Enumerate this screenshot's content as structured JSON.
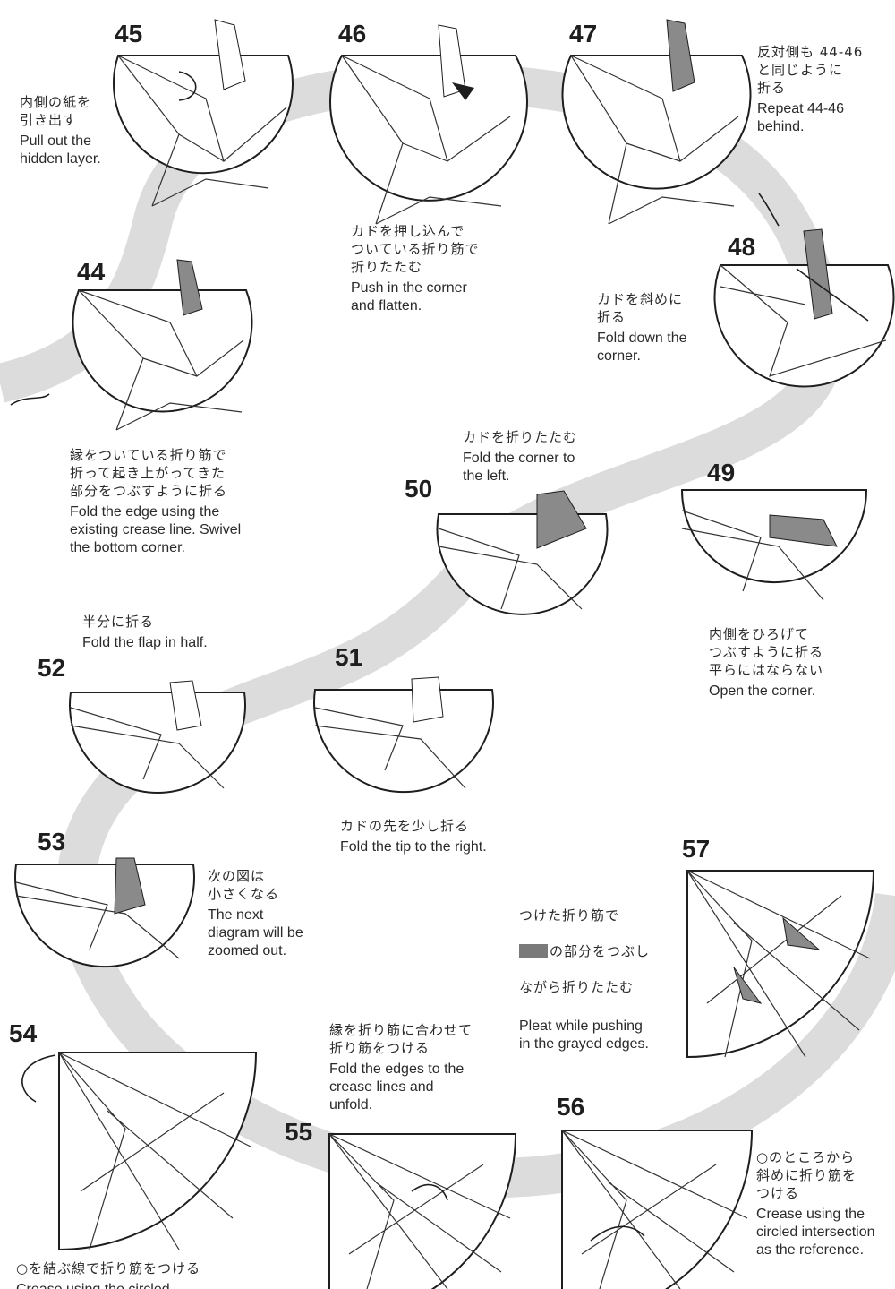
{
  "steps": [
    {
      "number": "44",
      "jp": "縁をついている折り筋で\n折って起き上がってきた\n部分をつぶすように折る",
      "en": "Fold the edge using the\nexisting crease line. Swivel\nthe bottom corner."
    },
    {
      "number": "45",
      "jp": "内側の紙を\n引き出す",
      "en": "Pull out the\nhidden layer."
    },
    {
      "number": "46",
      "jp": "カドを押し込んで\nついている折り筋で\n折りたたむ",
      "en": "Push in the corner\nand flatten."
    },
    {
      "number": "47",
      "jp": "反対側も 44-46\nと同じように\n折る",
      "en": "Repeat 44-46\nbehind."
    },
    {
      "number": "48",
      "jp": "カドを斜めに\n折る",
      "en": "Fold down the\ncorner."
    },
    {
      "number": "49",
      "jp": "内側をひろげて\nつぶすように折る\n平らにはならない",
      "en": "Open the corner."
    },
    {
      "number": "50",
      "jp": "カドを折りたたむ",
      "en": "Fold the corner to\nthe left."
    },
    {
      "number": "51",
      "jp": "カドの先を少し折る",
      "en": "Fold the tip to the right."
    },
    {
      "number": "52",
      "jp": "半分に折る",
      "en": "Fold the flap in half."
    },
    {
      "number": "53",
      "jp": "次の図は\n小さくなる",
      "en": "The next\ndiagram will be\nzoomed out."
    },
    {
      "number": "54",
      "jp": "○を結ぶ線で折り筋をつける",
      "en": "Crease using the circled"
    },
    {
      "number": "55",
      "jp": "縁を折り筋に合わせて\n折り筋をつける",
      "en": "Fold the edges to the\ncrease lines and\nunfold."
    },
    {
      "number": "56",
      "jp": "○のところから\n斜めに折り筋を\nつける",
      "en": "Crease using the\ncircled intersection\nas the reference."
    },
    {
      "number": "57",
      "jp_line1": "つけた折り筋で",
      "jp_line2": "の部分をつぶし",
      "jp_line3": "ながら折りたたむ",
      "en": "Pleat while pushing\nin the grayed edges."
    }
  ],
  "colors": {
    "path_band": "#dcdcdc",
    "fold_gray": "#8a8a8a",
    "ink": "#1e1e1e"
  }
}
